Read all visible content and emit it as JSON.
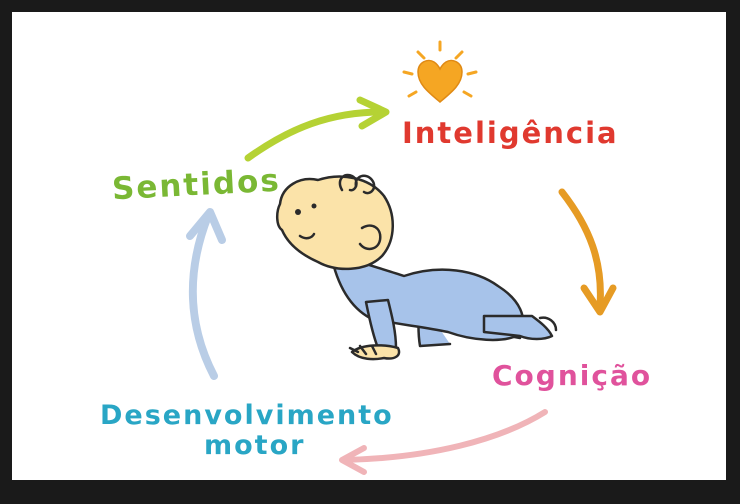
{
  "labels": {
    "sentidos": "Sentidos",
    "inteligencia": "Inteligência",
    "cognicao": "Cognição",
    "desenvolvimento": "Desenvolvimento",
    "motor": "motor"
  },
  "colors": {
    "sentidos": "#7ab834",
    "inteligencia": "#e0392f",
    "cognicao": "#e0529c",
    "motor": "#29a6c5",
    "arrow_green": "#b5d234",
    "arrow_orange": "#e69b24",
    "arrow_pink": "#f0b4b8",
    "arrow_blue": "#b9cde6",
    "heart": "#f5a623",
    "skin": "#fbe3a9",
    "pajama": "#a7c3ea",
    "frame": "#1a1a1a"
  }
}
